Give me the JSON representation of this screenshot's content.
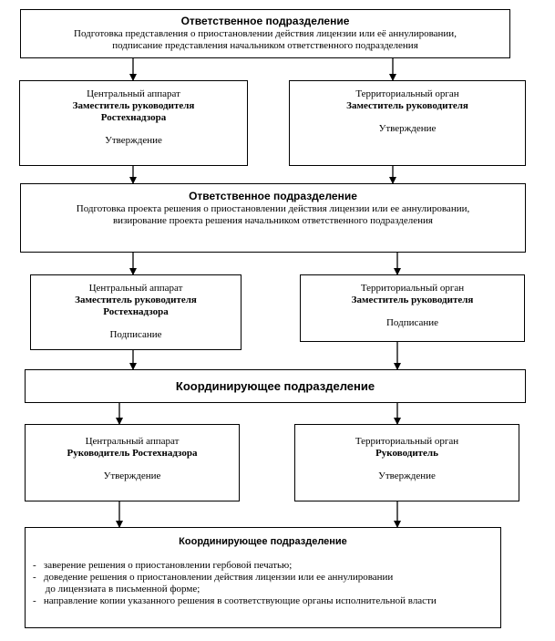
{
  "boxes": {
    "b1": {
      "title": "Ответственное подразделение",
      "lines": [
        "Подготовка представления о приостановлении действия лицензии или её аннулировании,",
        "подписание представления начальником ответственного подразделения"
      ]
    },
    "b2": {
      "org": "Центральный аппарат",
      "role_lines": [
        "Заместитель руководителя",
        "Ростехнадзора"
      ],
      "action": "Утверждение"
    },
    "b3": {
      "org": "Территориальный орган",
      "role_lines": [
        "Заместитель руководителя"
      ],
      "action": "Утверждение"
    },
    "b4": {
      "title": "Ответственное подразделение",
      "lines": [
        "Подготовка проекта решения о приостановлении действия лицензии или ее аннулировании,",
        "визирование проекта решения начальником ответственного подразделения"
      ]
    },
    "b5": {
      "org": "Центральный аппарат",
      "role_lines": [
        "Заместитель руководителя",
        "Ростехнадзора"
      ],
      "action": "Подписание"
    },
    "b6": {
      "org": "Территориальный орган",
      "role_lines": [
        "Заместитель руководителя"
      ],
      "action": "Подписание"
    },
    "b7": {
      "title": "Координирующее подразделение"
    },
    "b8": {
      "org": "Центральный аппарат",
      "role_lines": [
        "Руководитель Ростехнадзора"
      ],
      "action": "Утверждение"
    },
    "b9": {
      "org": "Территориальный орган",
      "role_lines": [
        "Руководитель"
      ],
      "action": "Утверждение"
    },
    "b10": {
      "title": "Координирующее подразделение",
      "items": [
        "-   заверение решения о приостановлении гербовой печатью;",
        "-   доведение решения о приостановлении действия лицензии или ее аннулировании",
        "     до лицензиата в письменной форме;",
        "-   направление копии указанного решения в соответствующие органы исполнительной власти"
      ]
    }
  }
}
